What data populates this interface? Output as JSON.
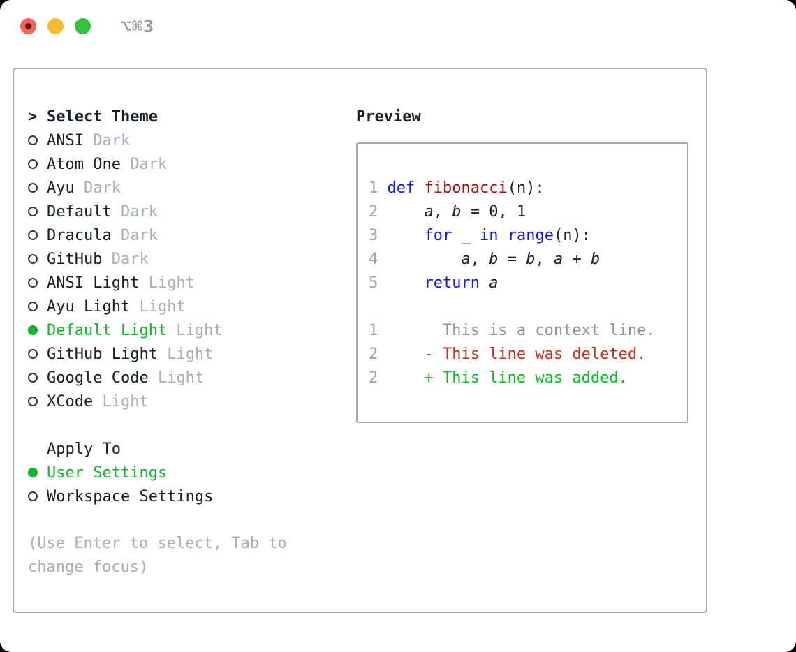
{
  "titlebar": {
    "shortcut": "⌥⌘3"
  },
  "colors": {
    "ink": "#1b1e24",
    "gray": "#a7afbc",
    "num-gray": "#9aa3b1",
    "ctx-gray": "#8d939d",
    "green": "#10b729",
    "kw-blue": "#1717e2",
    "fn-red": "#a31212",
    "del-red": "#c6311f",
    "border-gray": "#a2aab5",
    "circle-ring": "#33383f",
    "shortcut-gray": "#9b9b9b",
    "tl-red": "#f4625a",
    "tl-red-dot": "#6e1010",
    "tl-yellow": "#f5bb31",
    "tl-green": "#33c13e"
  },
  "theme_list": {
    "prompt": ">",
    "title": "Select Theme",
    "items": [
      {
        "name": "ANSI",
        "variant": "Dark",
        "selected": false
      },
      {
        "name": "Atom One",
        "variant": "Dark",
        "selected": false
      },
      {
        "name": "Ayu",
        "variant": "Dark",
        "selected": false
      },
      {
        "name": "Default",
        "variant": "Dark",
        "selected": false
      },
      {
        "name": "Dracula",
        "variant": "Dark",
        "selected": false
      },
      {
        "name": "GitHub",
        "variant": "Dark",
        "selected": false
      },
      {
        "name": "ANSI Light",
        "variant": "Light",
        "selected": false
      },
      {
        "name": "Ayu Light",
        "variant": "Light",
        "selected": false
      },
      {
        "name": "Default Light",
        "variant": "Light",
        "selected": true
      },
      {
        "name": "GitHub Light",
        "variant": "Light",
        "selected": false
      },
      {
        "name": "Google Code",
        "variant": "Light",
        "selected": false
      },
      {
        "name": "XCode",
        "variant": "Light",
        "selected": false
      }
    ]
  },
  "apply_to": {
    "title": "Apply To",
    "options": [
      {
        "label": "User Settings",
        "selected": true
      },
      {
        "label": "Workspace Settings",
        "selected": false
      }
    ]
  },
  "hint": {
    "lines": [
      "(Use Enter to select, Tab to",
      "change focus)"
    ]
  },
  "preview": {
    "title": "Preview",
    "lines": [
      {
        "num": "1",
        "tokens": [
          {
            "c": "p",
            "t": " "
          },
          {
            "c": "k",
            "t": "def"
          },
          {
            "c": "p",
            "t": " "
          },
          {
            "c": "f",
            "t": "fibonacci"
          },
          {
            "c": "p",
            "t": "(n):"
          }
        ]
      },
      {
        "num": "2",
        "tokens": [
          {
            "c": "p",
            "t": "     "
          },
          {
            "c": "v",
            "t": "a"
          },
          {
            "c": "p",
            "t": ", "
          },
          {
            "c": "v",
            "t": "b"
          },
          {
            "c": "p",
            "t": " = 0, 1"
          }
        ]
      },
      {
        "num": "3",
        "tokens": [
          {
            "c": "p",
            "t": "     "
          },
          {
            "c": "k",
            "t": "for"
          },
          {
            "c": "p",
            "t": " _ "
          },
          {
            "c": "k",
            "t": "in"
          },
          {
            "c": "p",
            "t": " "
          },
          {
            "c": "k",
            "t": "range"
          },
          {
            "c": "p",
            "t": "(n):"
          }
        ]
      },
      {
        "num": "4",
        "tokens": [
          {
            "c": "p",
            "t": "         "
          },
          {
            "c": "v",
            "t": "a"
          },
          {
            "c": "p",
            "t": ", "
          },
          {
            "c": "v",
            "t": "b"
          },
          {
            "c": "p",
            "t": " = "
          },
          {
            "c": "v",
            "t": "b"
          },
          {
            "c": "p",
            "t": ", "
          },
          {
            "c": "v",
            "t": "a"
          },
          {
            "c": "p",
            "t": " + "
          },
          {
            "c": "v",
            "t": "b"
          }
        ]
      },
      {
        "num": "5",
        "tokens": [
          {
            "c": "p",
            "t": "     "
          },
          {
            "c": "k",
            "t": "return"
          },
          {
            "c": "p",
            "t": " "
          },
          {
            "c": "v",
            "t": "a"
          }
        ]
      },
      {
        "num": "",
        "tokens": []
      },
      {
        "num": "1",
        "tokens": [
          {
            "c": "ctx",
            "t": "       This is a context line."
          }
        ]
      },
      {
        "num": "2",
        "tokens": [
          {
            "c": "del",
            "t": "     - This line was deleted."
          }
        ]
      },
      {
        "num": "2",
        "tokens": [
          {
            "c": "add",
            "t": "     + This line was added."
          }
        ]
      }
    ]
  }
}
